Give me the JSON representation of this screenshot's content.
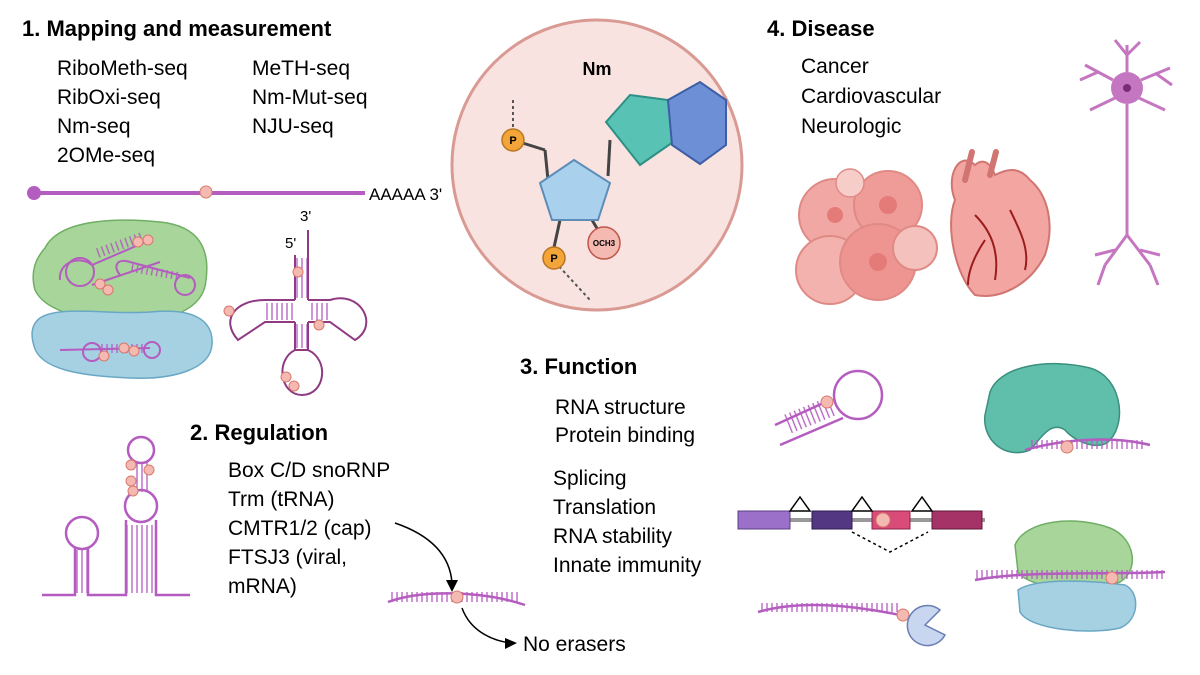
{
  "sections": {
    "mapping": {
      "heading": "1.  Mapping and measurement",
      "methods_left": [
        "RiboMeth-seq",
        "RibOxi-seq",
        "Nm-seq",
        "2OMe-seq"
      ],
      "methods_right": [
        "MeTH-seq",
        "Nm-Mut-seq",
        "NJU-seq"
      ],
      "mrna_tail": "AAAAA 3'",
      "trna_3prime": "3'",
      "trna_5prime": "5'"
    },
    "regulation": {
      "heading": "2.  Regulation",
      "items": [
        "Box C/D snoRNP",
        "Trm (tRNA)",
        "CMTR1/2 (cap)",
        "FTSJ3 (viral,",
        "mRNA)"
      ],
      "erasers": "No erasers"
    },
    "function": {
      "heading": "3.  Function",
      "group1": [
        "RNA structure",
        "Protein binding"
      ],
      "group2": [
        "Splicing",
        "Translation",
        "RNA stability",
        "Innate immunity"
      ]
    },
    "disease": {
      "heading": "4.  Disease",
      "items": [
        "Cancer",
        "Cardiovascular",
        "Neurologic"
      ]
    },
    "nm_structure": {
      "title": "Nm",
      "phosphate": "P",
      "och3": "OCH3"
    },
    "colors": {
      "rna": "#b45cbf",
      "modification": "#f4b9b0",
      "protein_green": "#a7d59a",
      "protein_blue": "#a6d1e3",
      "circle": "#f9e3e0",
      "phosphate": "#f3a53a",
      "ribose": "#a9d1ee",
      "base_teal": "#58c2b4",
      "base_blue": "#6d8fd6"
    }
  }
}
